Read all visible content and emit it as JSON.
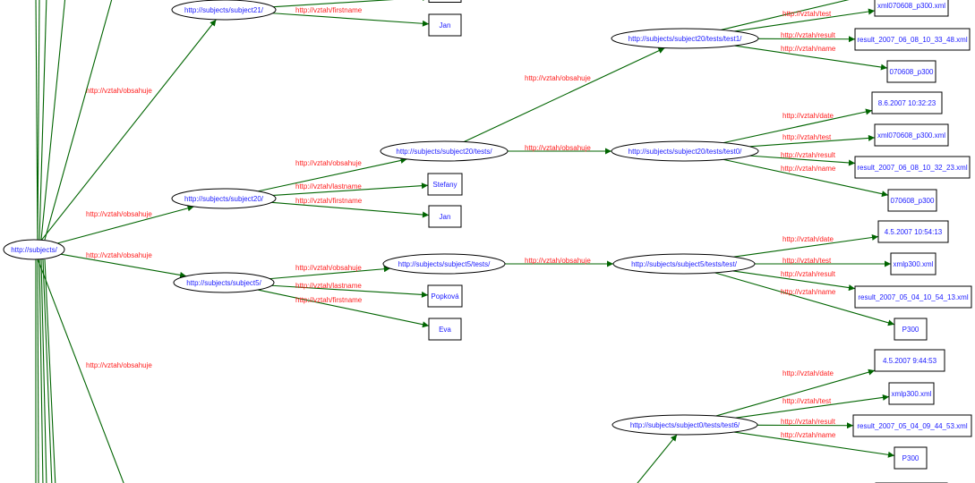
{
  "colors": {
    "edge": "#006400",
    "edge_label": "#ff2020",
    "node_text": "#1a1aff",
    "node_border": "#000000",
    "background": "#ffffff"
  },
  "nodes": [
    {
      "id": "subjects",
      "label": "http://subjects/",
      "shape": "ellipse"
    },
    {
      "id": "subject21",
      "label": "http://subjects/subject21/",
      "shape": "ellipse"
    },
    {
      "id": "s21_top",
      "label": "",
      "shape": "box"
    },
    {
      "id": "s21_jan",
      "label": "Jan",
      "shape": "box"
    },
    {
      "id": "subject20",
      "label": "http://subjects/subject20/",
      "shape": "ellipse"
    },
    {
      "id": "s20_tests",
      "label": "http://subjects/subject20/tests/",
      "shape": "ellipse"
    },
    {
      "id": "s20_stefany",
      "label": "Stefany",
      "shape": "box"
    },
    {
      "id": "s20_jan",
      "label": "Jan",
      "shape": "box"
    },
    {
      "id": "s20_test1",
      "label": "http://subjects/subject20/tests/test1/",
      "shape": "ellipse"
    },
    {
      "id": "t1_test",
      "label": "xml070608_p300.xml",
      "shape": "box"
    },
    {
      "id": "t1_result",
      "label": "result_2007_06_08_10_33_48.xml",
      "shape": "box"
    },
    {
      "id": "t1_name",
      "label": "070608_p300",
      "shape": "box"
    },
    {
      "id": "s20_test0",
      "label": "http://subjects/subject20/tests/test0/",
      "shape": "ellipse"
    },
    {
      "id": "t0_date",
      "label": "8.6.2007 10:32:23",
      "shape": "box"
    },
    {
      "id": "t0_test",
      "label": "xml070608_p300.xml",
      "shape": "box"
    },
    {
      "id": "t0_result",
      "label": "result_2007_06_08_10_32_23.xml",
      "shape": "box"
    },
    {
      "id": "t0_name",
      "label": "070608_p300",
      "shape": "box"
    },
    {
      "id": "subject5",
      "label": "http://subjects/subject5/",
      "shape": "ellipse"
    },
    {
      "id": "s5_tests",
      "label": "http://subjects/subject5/tests/",
      "shape": "ellipse"
    },
    {
      "id": "s5_popkova",
      "label": "Popková",
      "shape": "box"
    },
    {
      "id": "s5_eva",
      "label": "Eva",
      "shape": "box"
    },
    {
      "id": "s5_test",
      "label": "http://subjects/subject5/tests/test/",
      "shape": "ellipse"
    },
    {
      "id": "s5t_date",
      "label": "4.5.2007 10:54:13",
      "shape": "box"
    },
    {
      "id": "s5t_test",
      "label": "xmlp300.xml",
      "shape": "box"
    },
    {
      "id": "s5t_result",
      "label": "result_2007_05_04_10_54_13.xml",
      "shape": "box"
    },
    {
      "id": "s5t_name",
      "label": "P300",
      "shape": "box"
    },
    {
      "id": "s0_test6",
      "label": "http://subjects/subject0/tests/test6/",
      "shape": "ellipse"
    },
    {
      "id": "t6_date",
      "label": "4.5.2007 9:44:53",
      "shape": "box"
    },
    {
      "id": "t6_test",
      "label": "xmlp300.xml",
      "shape": "box"
    },
    {
      "id": "t6_result",
      "label": "result_2007_05_04_09_44_53.xml",
      "shape": "box"
    },
    {
      "id": "t6_name",
      "label": "P300",
      "shape": "box"
    },
    {
      "id": "t6_bottom",
      "label": "",
      "shape": "box"
    }
  ],
  "edges": [
    {
      "from": "subjects",
      "to": "subject21",
      "label": "http://vztah/obsahuje"
    },
    {
      "from": "subject21",
      "to": "s21_top",
      "label": ""
    },
    {
      "from": "subject21",
      "to": "s21_jan",
      "label": "http://vztah/firstname"
    },
    {
      "from": "subjects",
      "to": "subject20",
      "label": "http://vztah/obsahuje"
    },
    {
      "from": "subject20",
      "to": "s20_tests",
      "label": "http://vztah/obsahuje"
    },
    {
      "from": "subject20",
      "to": "s20_stefany",
      "label": "http://vztah/lastname"
    },
    {
      "from": "subject20",
      "to": "s20_jan",
      "label": "http://vztah/firstname"
    },
    {
      "from": "s20_tests",
      "to": "s20_test1",
      "label": "http://vztah/obsahuje"
    },
    {
      "from": "s20_tests",
      "to": "s20_test0",
      "label": "http://vztah/obsahuje"
    },
    {
      "from": "s20_test1",
      "to": "t1_date_offscreen",
      "label": ""
    },
    {
      "from": "s20_test1",
      "to": "t1_test",
      "label": "http://vztah/test"
    },
    {
      "from": "s20_test1",
      "to": "t1_result",
      "label": "http://vztah/result"
    },
    {
      "from": "s20_test1",
      "to": "t1_name",
      "label": "http://vztah/name"
    },
    {
      "from": "s20_test0",
      "to": "t0_date",
      "label": "http://vztah/date"
    },
    {
      "from": "s20_test0",
      "to": "t0_test",
      "label": "http://vztah/test"
    },
    {
      "from": "s20_test0",
      "to": "t0_result",
      "label": "http://vztah/result"
    },
    {
      "from": "s20_test0",
      "to": "t0_name",
      "label": "http://vztah/name"
    },
    {
      "from": "subjects",
      "to": "subject5",
      "label": "http://vztah/obsahuje"
    },
    {
      "from": "subject5",
      "to": "s5_tests",
      "label": "http://vztah/obsahuje"
    },
    {
      "from": "subject5",
      "to": "s5_popkova",
      "label": "http://vztah/lastname"
    },
    {
      "from": "subject5",
      "to": "s5_eva",
      "label": "http://vztah/firstname"
    },
    {
      "from": "s5_tests",
      "to": "s5_test",
      "label": "http://vztah/obsahuje"
    },
    {
      "from": "s5_test",
      "to": "s5t_date",
      "label": "http://vztah/date"
    },
    {
      "from": "s5_test",
      "to": "s5t_test",
      "label": "http://vztah/test"
    },
    {
      "from": "s5_test",
      "to": "s5t_result",
      "label": "http://vztah/result"
    },
    {
      "from": "s5_test",
      "to": "s5t_name",
      "label": "http://vztah/name"
    },
    {
      "from": "subjects",
      "to": "offscreen_bottom",
      "label": "http://vztah/obsahuje"
    },
    {
      "from": "offscreen_s0_tests",
      "to": "s0_test6",
      "label": ""
    },
    {
      "from": "s0_test6",
      "to": "t6_date",
      "label": "http://vztah/date"
    },
    {
      "from": "s0_test6",
      "to": "t6_test",
      "label": "http://vztah/test"
    },
    {
      "from": "s0_test6",
      "to": "t6_result",
      "label": "http://vztah/result"
    },
    {
      "from": "s0_test6",
      "to": "t6_name",
      "label": "http://vztah/name"
    }
  ]
}
